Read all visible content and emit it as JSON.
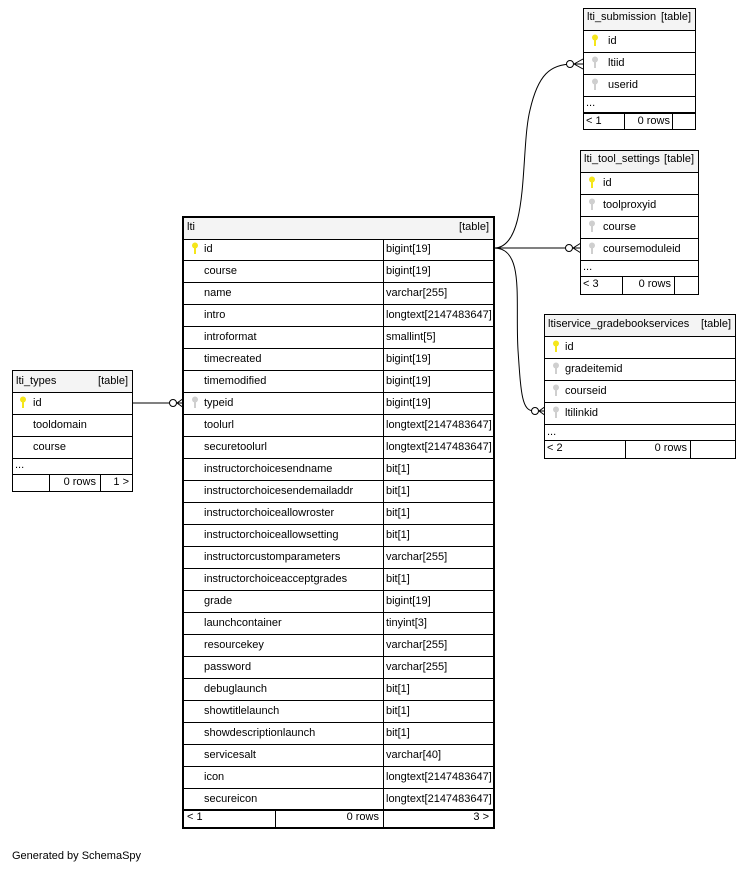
{
  "tables": {
    "lti_submission": {
      "name": "lti_submission",
      "type": "[table]",
      "columns": [
        "id",
        "ltiid",
        "userid"
      ],
      "ellipsis": "...",
      "footer": {
        "parents": "< 1",
        "rows": "0 rows",
        "children": ""
      }
    },
    "lti_tool_settings": {
      "name": "lti_tool_settings",
      "type": "[table]",
      "columns": [
        "id",
        "toolproxyid",
        "course",
        "coursemoduleid"
      ],
      "ellipsis": "...",
      "footer": {
        "parents": "< 3",
        "rows": "0 rows",
        "children": ""
      }
    },
    "ltiservice_gradebookservices": {
      "name": "ltiservice_gradebookservices",
      "type": "[table]",
      "columns": [
        "id",
        "gradeitemid",
        "courseid",
        "ltilinkid"
      ],
      "ellipsis": "...",
      "footer": {
        "parents": "< 2",
        "rows": "0 rows",
        "children": ""
      }
    },
    "lti_types": {
      "name": "lti_types",
      "type": "[table]",
      "columns": [
        "id",
        "tooldomain",
        "course"
      ],
      "ellipsis": "...",
      "footer": {
        "parents": "",
        "rows": "0 rows",
        "children": "1 >"
      }
    },
    "lti": {
      "name": "lti",
      "type": "[table]",
      "columns": [
        {
          "name": "id",
          "type": "bigint[19]"
        },
        {
          "name": "course",
          "type": "bigint[19]"
        },
        {
          "name": "name",
          "type": "varchar[255]"
        },
        {
          "name": "intro",
          "type": "longtext[2147483647]"
        },
        {
          "name": "introformat",
          "type": "smallint[5]"
        },
        {
          "name": "timecreated",
          "type": "bigint[19]"
        },
        {
          "name": "timemodified",
          "type": "bigint[19]"
        },
        {
          "name": "typeid",
          "type": "bigint[19]"
        },
        {
          "name": "toolurl",
          "type": "longtext[2147483647]"
        },
        {
          "name": "securetoolurl",
          "type": "longtext[2147483647]"
        },
        {
          "name": "instructorchoicesendname",
          "type": "bit[1]"
        },
        {
          "name": "instructorchoicesendemailaddr",
          "type": "bit[1]"
        },
        {
          "name": "instructorchoiceallowroster",
          "type": "bit[1]"
        },
        {
          "name": "instructorchoiceallowsetting",
          "type": "bit[1]"
        },
        {
          "name": "instructorcustomparameters",
          "type": "varchar[255]"
        },
        {
          "name": "instructorchoiceacceptgrades",
          "type": "bit[1]"
        },
        {
          "name": "grade",
          "type": "bigint[19]"
        },
        {
          "name": "launchcontainer",
          "type": "tinyint[3]"
        },
        {
          "name": "resourcekey",
          "type": "varchar[255]"
        },
        {
          "name": "password",
          "type": "varchar[255]"
        },
        {
          "name": "debuglaunch",
          "type": "bit[1]"
        },
        {
          "name": "showtitlelaunch",
          "type": "bit[1]"
        },
        {
          "name": "showdescriptionlaunch",
          "type": "bit[1]"
        },
        {
          "name": "servicesalt",
          "type": "varchar[40]"
        },
        {
          "name": "icon",
          "type": "longtext[2147483647]"
        },
        {
          "name": "secureicon",
          "type": "longtext[2147483647]"
        }
      ],
      "footer": {
        "parents": "< 1",
        "rows": "0 rows",
        "children": "3 >"
      }
    }
  },
  "footer_note": "Generated by SchemaSpy",
  "colors": {
    "primary_key": "#f5e61a",
    "foreign_key": "#cfcfcf",
    "header_bg": "#f4f4f4"
  }
}
